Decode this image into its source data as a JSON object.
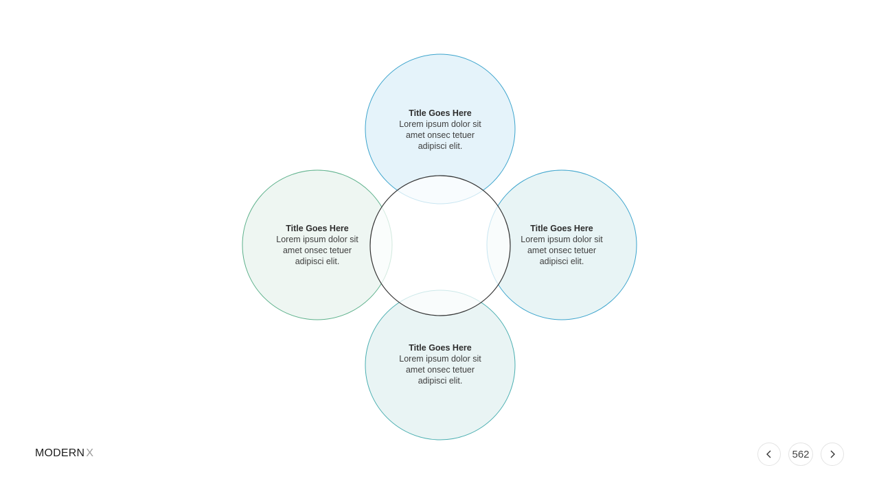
{
  "petals": [
    {
      "id": "top",
      "title": "Title Goes  Here",
      "body": "Lorem ipsum  dolor sit\namet   onsec tetuer\nadipisci elit.",
      "fill": "#e5f3fa",
      "stroke": "#3aa3cc"
    },
    {
      "id": "left",
      "title": "Title Goes  Here",
      "body": "Lorem ipsum  dolor sit\namet   onsec tetuer\nadipisci elit.",
      "fill": "#eef6f2",
      "stroke": "#5bb08a"
    },
    {
      "id": "right",
      "title": "Title Goes  Here",
      "body": "Lorem ipsum  dolor sit\namet   onsec tetuer\nadipisci elit.",
      "fill": "#e8f4f5",
      "stroke": "#3aa3cc"
    },
    {
      "id": "bottom",
      "title": "Title Goes  Here",
      "body": "Lorem ipsum  dolor sit\namet   onsec tetuer\nadipisci elit.",
      "fill": "#e9f4f4",
      "stroke": "#49aeb0"
    }
  ],
  "center": {
    "stroke": "#333333",
    "fill": "#ffffff"
  },
  "footer": {
    "brand_main": "MODERN",
    "brand_accent": "X",
    "page_number": "562",
    "prev_icon": "chevron-left-icon",
    "next_icon": "chevron-right-icon"
  }
}
